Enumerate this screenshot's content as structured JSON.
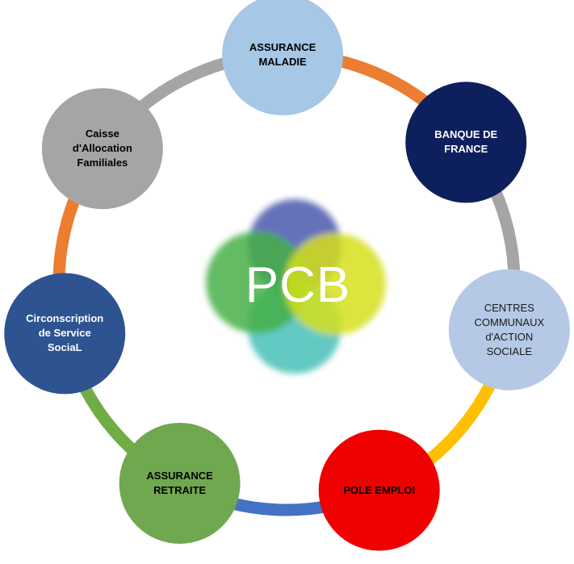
{
  "center": {
    "label": "PCB",
    "colors": [
      "#4050a8",
      "#3cab3c",
      "#d4de10",
      "#3cbcb4"
    ]
  },
  "nodes": [
    {
      "id": "assurance-maladie",
      "label": "ASSURANCE\nMALADIE",
      "fill": "#a6c7e6",
      "text_color": "#000000",
      "bold": true
    },
    {
      "id": "banque-de-france",
      "label": "BANQUE DE\nFRANCE",
      "fill": "#0d1f5c",
      "text_color": "#ffffff",
      "bold": true
    },
    {
      "id": "centres-communaux",
      "label": "CENTRES\nCOMMUNAUX\nd'ACTION\nSOCIALE",
      "fill": "#b5c8e6",
      "text_color": "#1a1a1a",
      "bold": false
    },
    {
      "id": "pole-emploi",
      "label": "POLE EMPLOI",
      "fill": "#f00000",
      "text_color": "#000000",
      "bold": true
    },
    {
      "id": "assurance-retraite",
      "label": "ASSURANCE\nRETRAITE",
      "fill": "#70a850",
      "text_color": "#000000",
      "bold": true
    },
    {
      "id": "circonscription",
      "label": "Circonscription\nde Service\nSociaL",
      "fill": "#2e5391",
      "text_color": "#ffffff",
      "bold": true
    },
    {
      "id": "caisse-allocation",
      "label": "Caisse\nd'Allocation\nFamiliales",
      "fill": "#a5a5a5",
      "text_color": "#000000",
      "bold": true
    }
  ],
  "connectors": [
    {
      "from": "assurance-maladie",
      "to": "banque-de-france",
      "color": "#ed7d31"
    },
    {
      "from": "banque-de-france",
      "to": "centres-communaux",
      "color": "#a5a5a5"
    },
    {
      "from": "centres-communaux",
      "to": "pole-emploi",
      "color": "#ffc000"
    },
    {
      "from": "pole-emploi",
      "to": "assurance-retraite",
      "color": "#4472c4"
    },
    {
      "from": "assurance-retraite",
      "to": "circonscription",
      "color": "#70ad47"
    },
    {
      "from": "circonscription",
      "to": "caisse-allocation",
      "color": "#ed7d31"
    },
    {
      "from": "caisse-allocation",
      "to": "assurance-maladie",
      "color": "#a5a5a5"
    }
  ]
}
